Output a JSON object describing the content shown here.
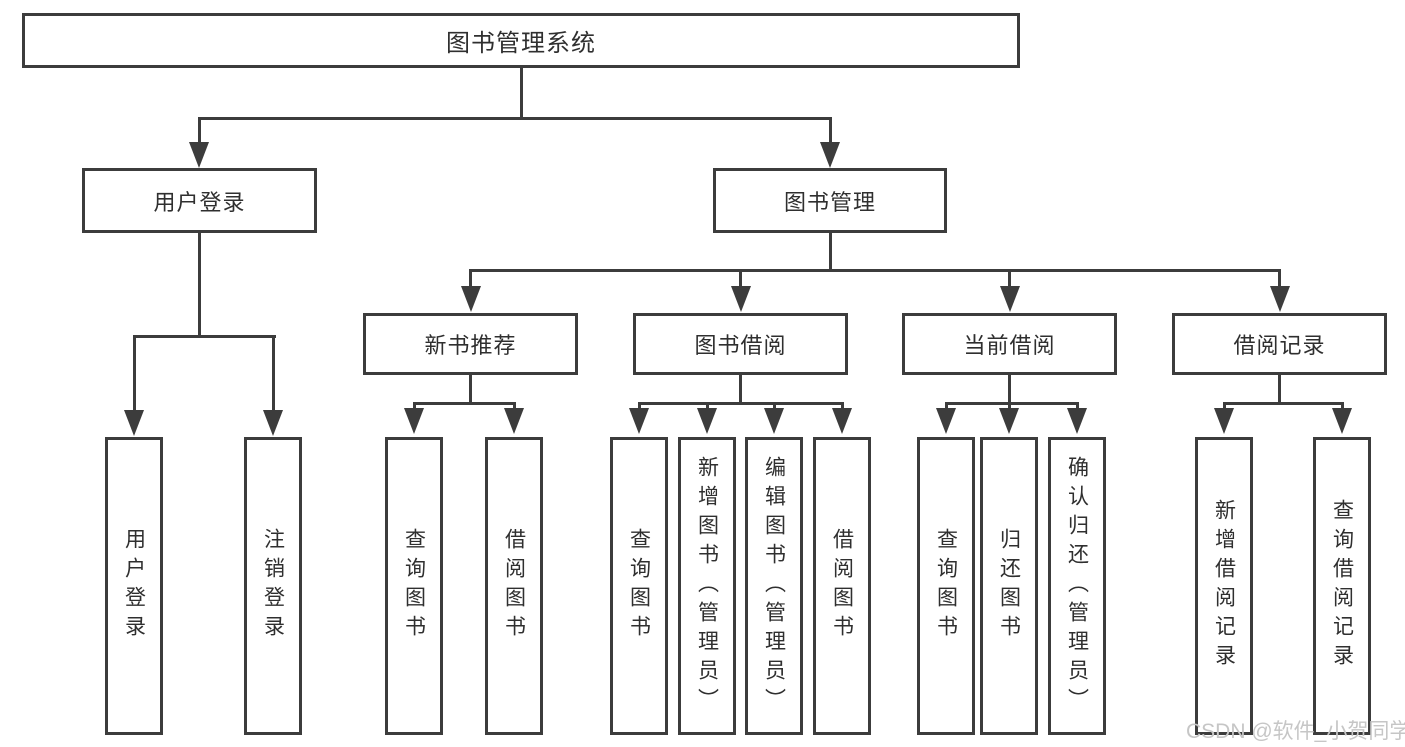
{
  "root": {
    "label": "图书管理系统"
  },
  "branches": [
    {
      "label": "用户登录",
      "children": [
        {
          "label": "用户登录"
        },
        {
          "label": "注销登录"
        }
      ]
    },
    {
      "label": "图书管理",
      "sections": [
        {
          "label": "新书推荐",
          "children": [
            {
              "label": "查询图书"
            },
            {
              "label": "借阅图书"
            }
          ]
        },
        {
          "label": "图书借阅",
          "children": [
            {
              "label": "查询图书"
            },
            {
              "label": "新增图书（管理员）"
            },
            {
              "label": "编辑图书（管理员）"
            },
            {
              "label": "借阅图书"
            }
          ]
        },
        {
          "label": "当前借阅",
          "children": [
            {
              "label": "查询图书"
            },
            {
              "label": "归还图书"
            },
            {
              "label": "确认归还（管理员）"
            }
          ]
        },
        {
          "label": "借阅记录",
          "children": [
            {
              "label": "新增借阅记录"
            },
            {
              "label": "查询借阅记录"
            }
          ]
        }
      ]
    }
  ],
  "watermark": "CSDN @软件_小贺同学",
  "colors": {
    "line": "#3c3c3c",
    "text": "#2f2f2f",
    "watermark": "#c6c6c6",
    "background": "#ffffff"
  }
}
